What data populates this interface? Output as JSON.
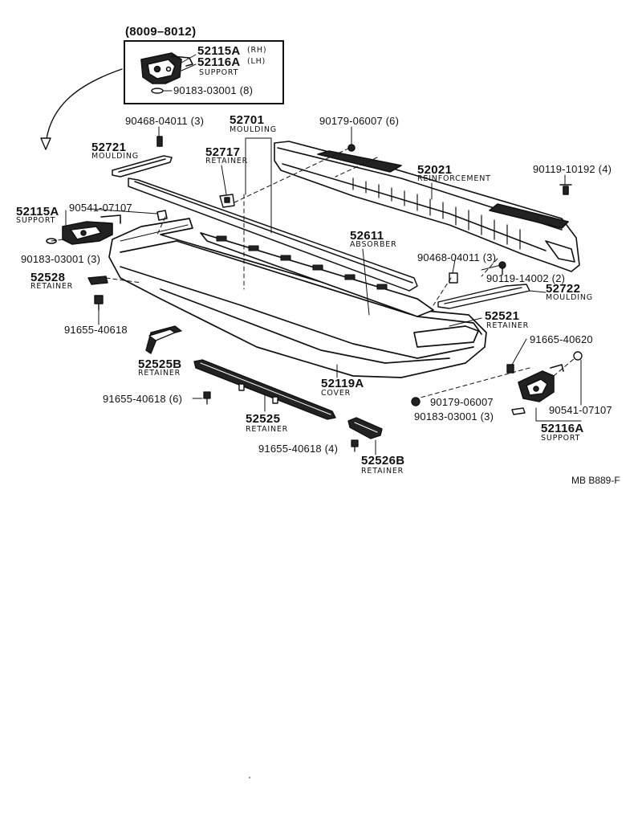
{
  "inset": {
    "serial_range": "(8009–8012)",
    "part_rh": "52115A",
    "part_rh_side": "(RH)",
    "part_lh": "52116A",
    "part_lh_side": "(LH)",
    "support_name": "SUPPORT",
    "bolt": "90183-03001 (8)"
  },
  "labels": {
    "nut_90468_top": "90468-04011 (3)",
    "moulding_52701_no": "52701",
    "moulding_52701_name": "MOULDING",
    "clip_90179_top": "90179-06007 (6)",
    "moulding_52721_no": "52721",
    "moulding_52721_name": "MOULDING",
    "retainer_52717_no": "52717",
    "retainer_52717_name": "RETAINER",
    "reinf_52021_no": "52021",
    "reinf_52021_name": "REINFORCEMENT",
    "bolt_90119_10192": "90119-10192 (4)",
    "support_52115a_no": "52115A",
    "support_52115a_name": "SUPPORT",
    "screw_90541_left": "90541-07107",
    "absorber_52611_no": "52611",
    "absorber_52611_name": "ABSORBER",
    "nut_90468_right": "90468-04011 (3)",
    "bolt_90183_left": "90183-03001 (3)",
    "bolt_90119_14002": "90119-14002 (2)",
    "moulding_52722_no": "52722",
    "moulding_52722_name": "MOULDING",
    "retainer_52528_no": "52528",
    "retainer_52528_name": "RETAINER",
    "retainer_52521_no": "52521",
    "retainer_52521_name": "RETAINER",
    "screw_91655_40618_a": "91655-40618",
    "screw_91665_40620": "91665-40620",
    "retainer_52525b_no": "52525B",
    "retainer_52525b_name": "RETAINER",
    "cover_52119a_no": "52119A",
    "cover_52119a_name": "COVER",
    "screw_91655_40618_b": "91655-40618 (6)",
    "clip_90179_bottom": "90179-06007",
    "screw_90541_right": "90541-07107",
    "bolt_90183_right": "90183-03001 (3)",
    "retainer_52525_no": "52525",
    "retainer_52525_name": "RETAINER",
    "support_52116a_no": "52116A",
    "support_52116a_name": "SUPPORT",
    "screw_91655_40618_c": "91655-40618 (4)",
    "retainer_52526b_no": "52526B",
    "retainer_52526b_name": "RETAINER",
    "diagram_code": "MB  B889-F"
  }
}
